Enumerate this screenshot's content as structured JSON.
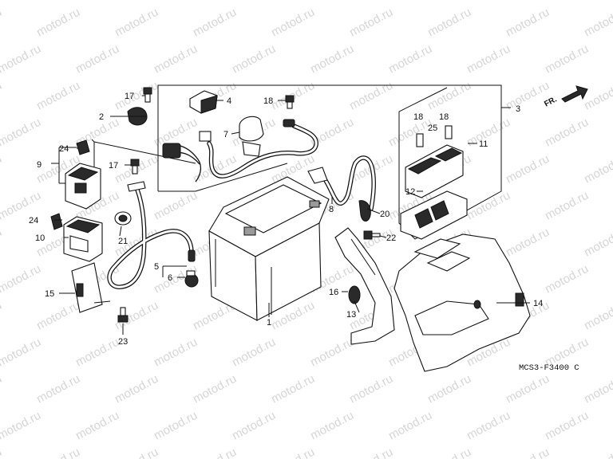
{
  "watermark": "motod.ru",
  "diagram_code": "MCS3-F3400 C",
  "direction_label": "FR.",
  "labels": {
    "l1": "1",
    "l2": "2",
    "l3": "3",
    "l4": "4",
    "l5": "5",
    "l6": "6",
    "l7": "7",
    "l8": "8",
    "l9": "9",
    "l10": "10",
    "l11": "11",
    "l12": "12",
    "l13": "13",
    "l14": "14",
    "l15": "15",
    "l16": "16",
    "l17a": "17",
    "l17b": "17",
    "l18a": "18",
    "l18b": "18",
    "l18c": "18",
    "l20": "20",
    "l21": "21",
    "l22": "22",
    "l23": "23",
    "l24a": "24",
    "l24b": "24",
    "l25": "25"
  }
}
